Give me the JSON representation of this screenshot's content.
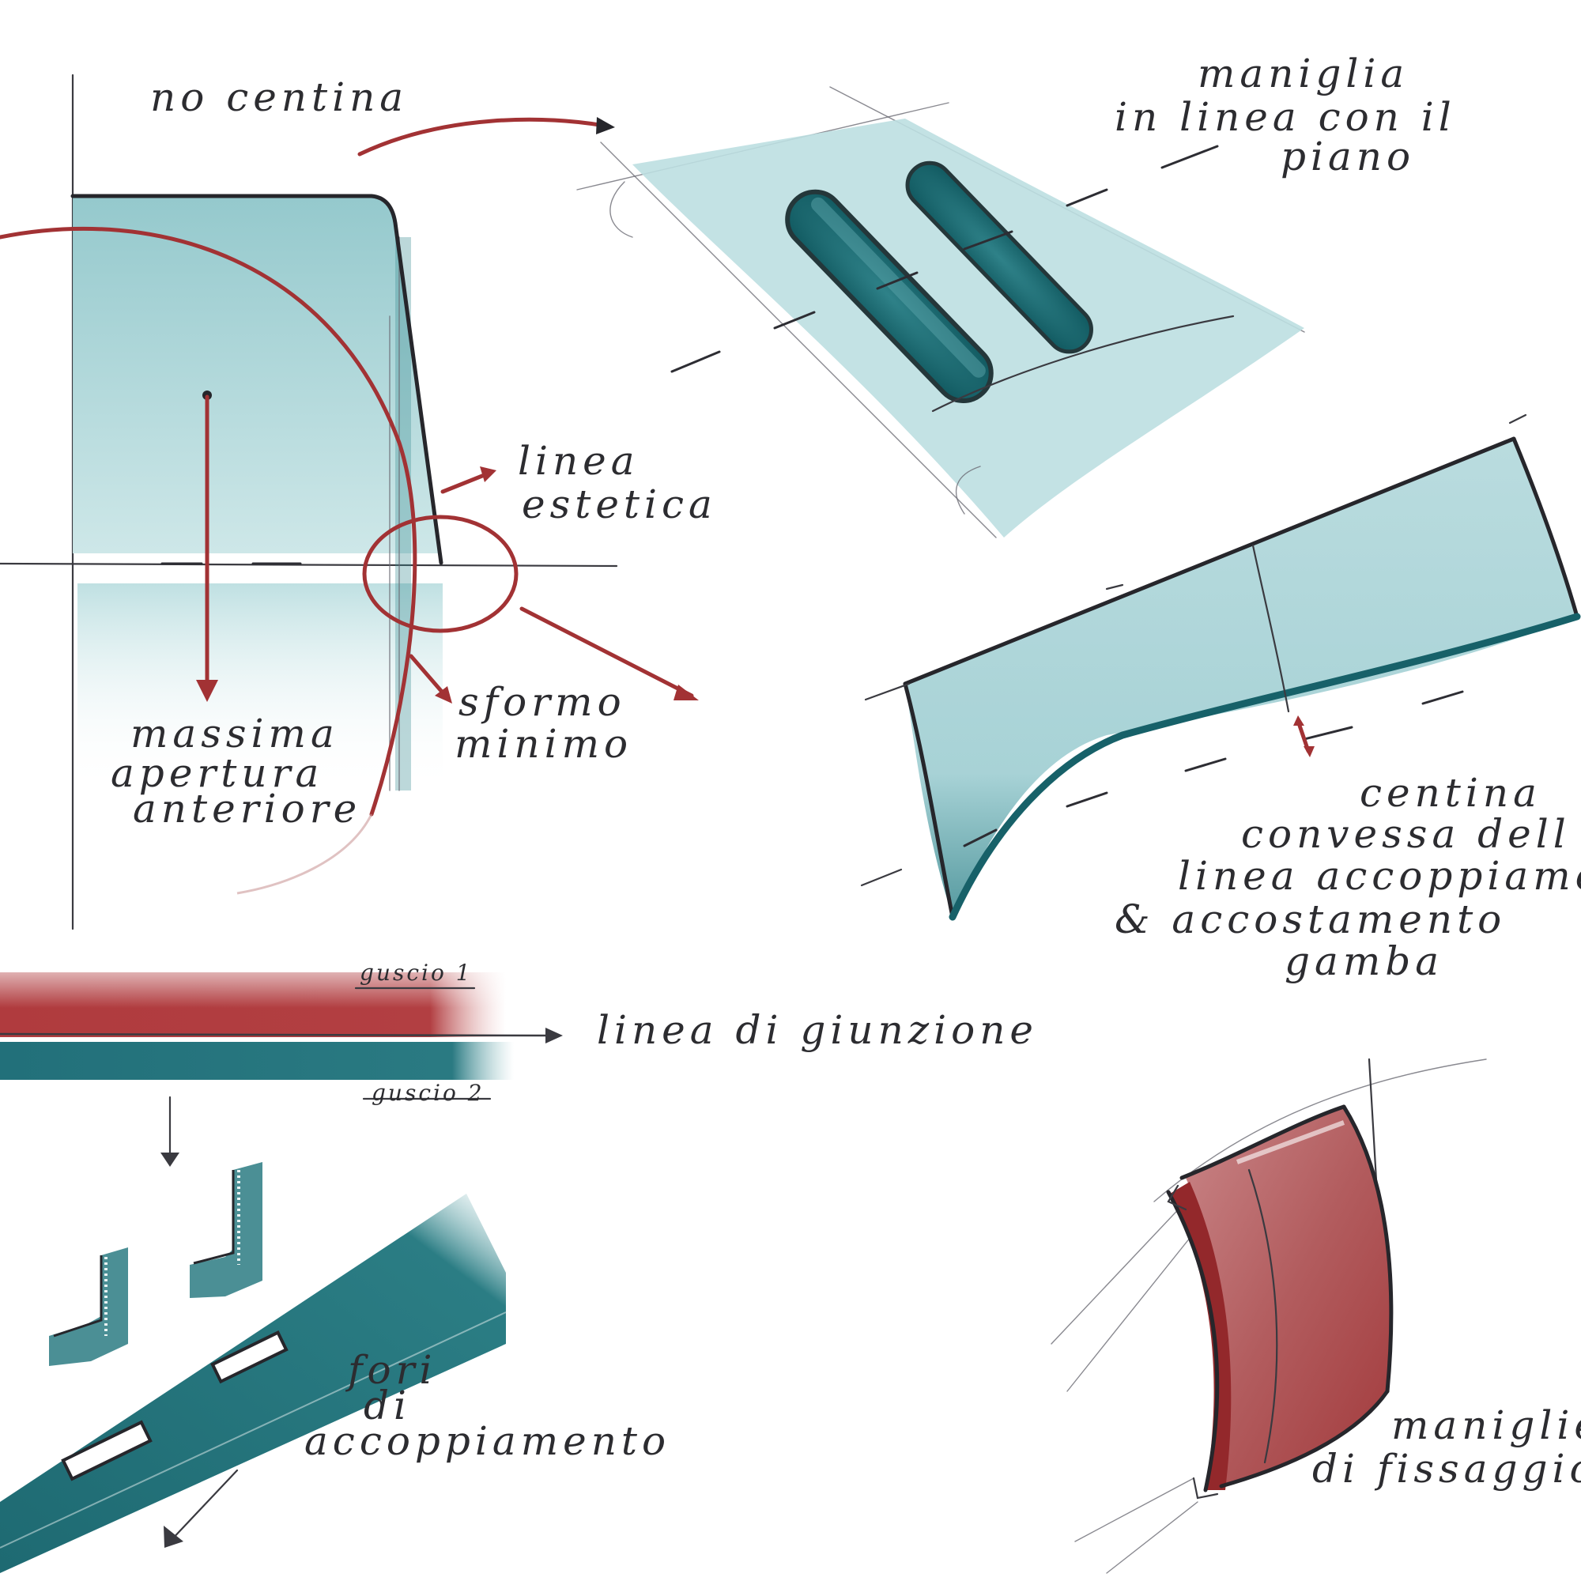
{
  "colors": {
    "teal_light": "#a9d3d6",
    "teal_dark": "#1f6f76",
    "red": "#a23234",
    "ink": "#26262b"
  },
  "labels": {
    "no_centina": "no centina",
    "maniglia_line1": "maniglia",
    "maniglia_line2": "in linea con il",
    "maniglia_line3": "piano",
    "linea_estetica_line1": "linea",
    "linea_estetica_line2": "estetica",
    "sformo_line1": "sformo",
    "sformo_line2": "minimo",
    "massima_line1": "massima",
    "massima_line2": "apertura",
    "massima_line3": "anteriore",
    "centina_line1": "centina",
    "centina_line2": "convessa dell",
    "centina_line3": "linea accoppiame",
    "centina_line4": "& accostamento",
    "centina_line5": "gamba",
    "guscio1": "guscio 1",
    "guscio2": "guscio 2",
    "linea_giunzione": "linea di giunzione",
    "fori_line1": "fori",
    "fori_line2": "di",
    "fori_line3": "accoppiamento",
    "maniglie_line1": "maniglie",
    "maniglie_line2": "di fissaggio"
  }
}
